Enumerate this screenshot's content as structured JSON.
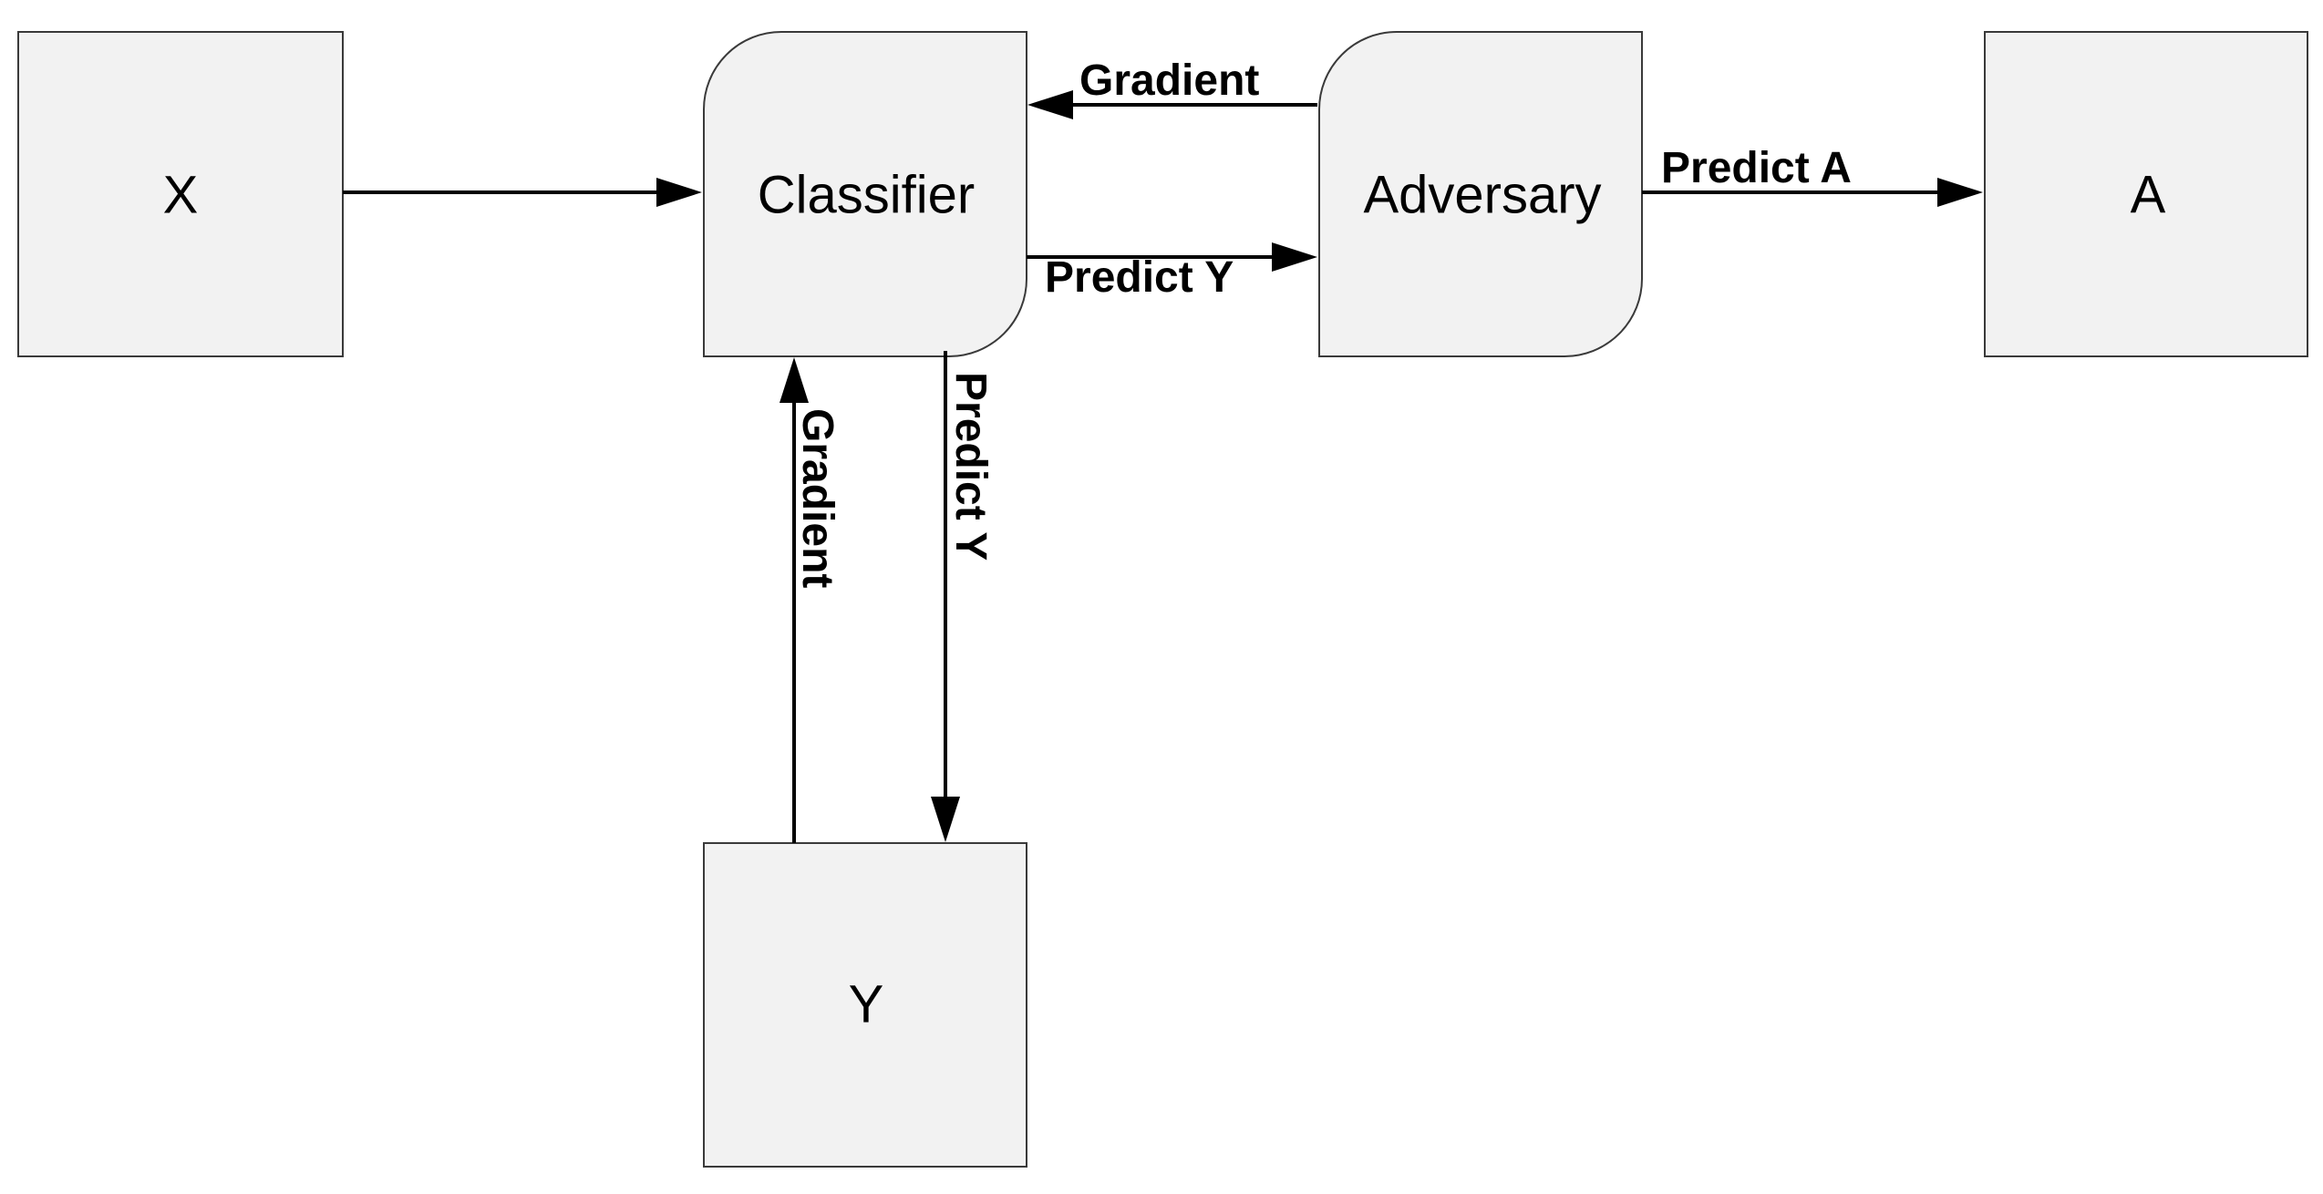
{
  "nodes": {
    "x": {
      "label": "X"
    },
    "classifier": {
      "label": "Classifier"
    },
    "adversary": {
      "label": "Adversary"
    },
    "a": {
      "label": "A"
    },
    "y": {
      "label": "Y"
    }
  },
  "edges": {
    "x_to_classifier": {
      "label": ""
    },
    "adversary_to_classifier": {
      "label": "Gradient"
    },
    "classifier_to_adversary": {
      "label": "Predict Y"
    },
    "adversary_to_a": {
      "label": "Predict A"
    },
    "y_to_classifier": {
      "label": "Gradient"
    },
    "classifier_to_y": {
      "label": "Predict Y"
    }
  },
  "colors": {
    "node_fill": "#f2f2f2",
    "node_stroke": "#3a3a3a",
    "edge": "#000000"
  }
}
